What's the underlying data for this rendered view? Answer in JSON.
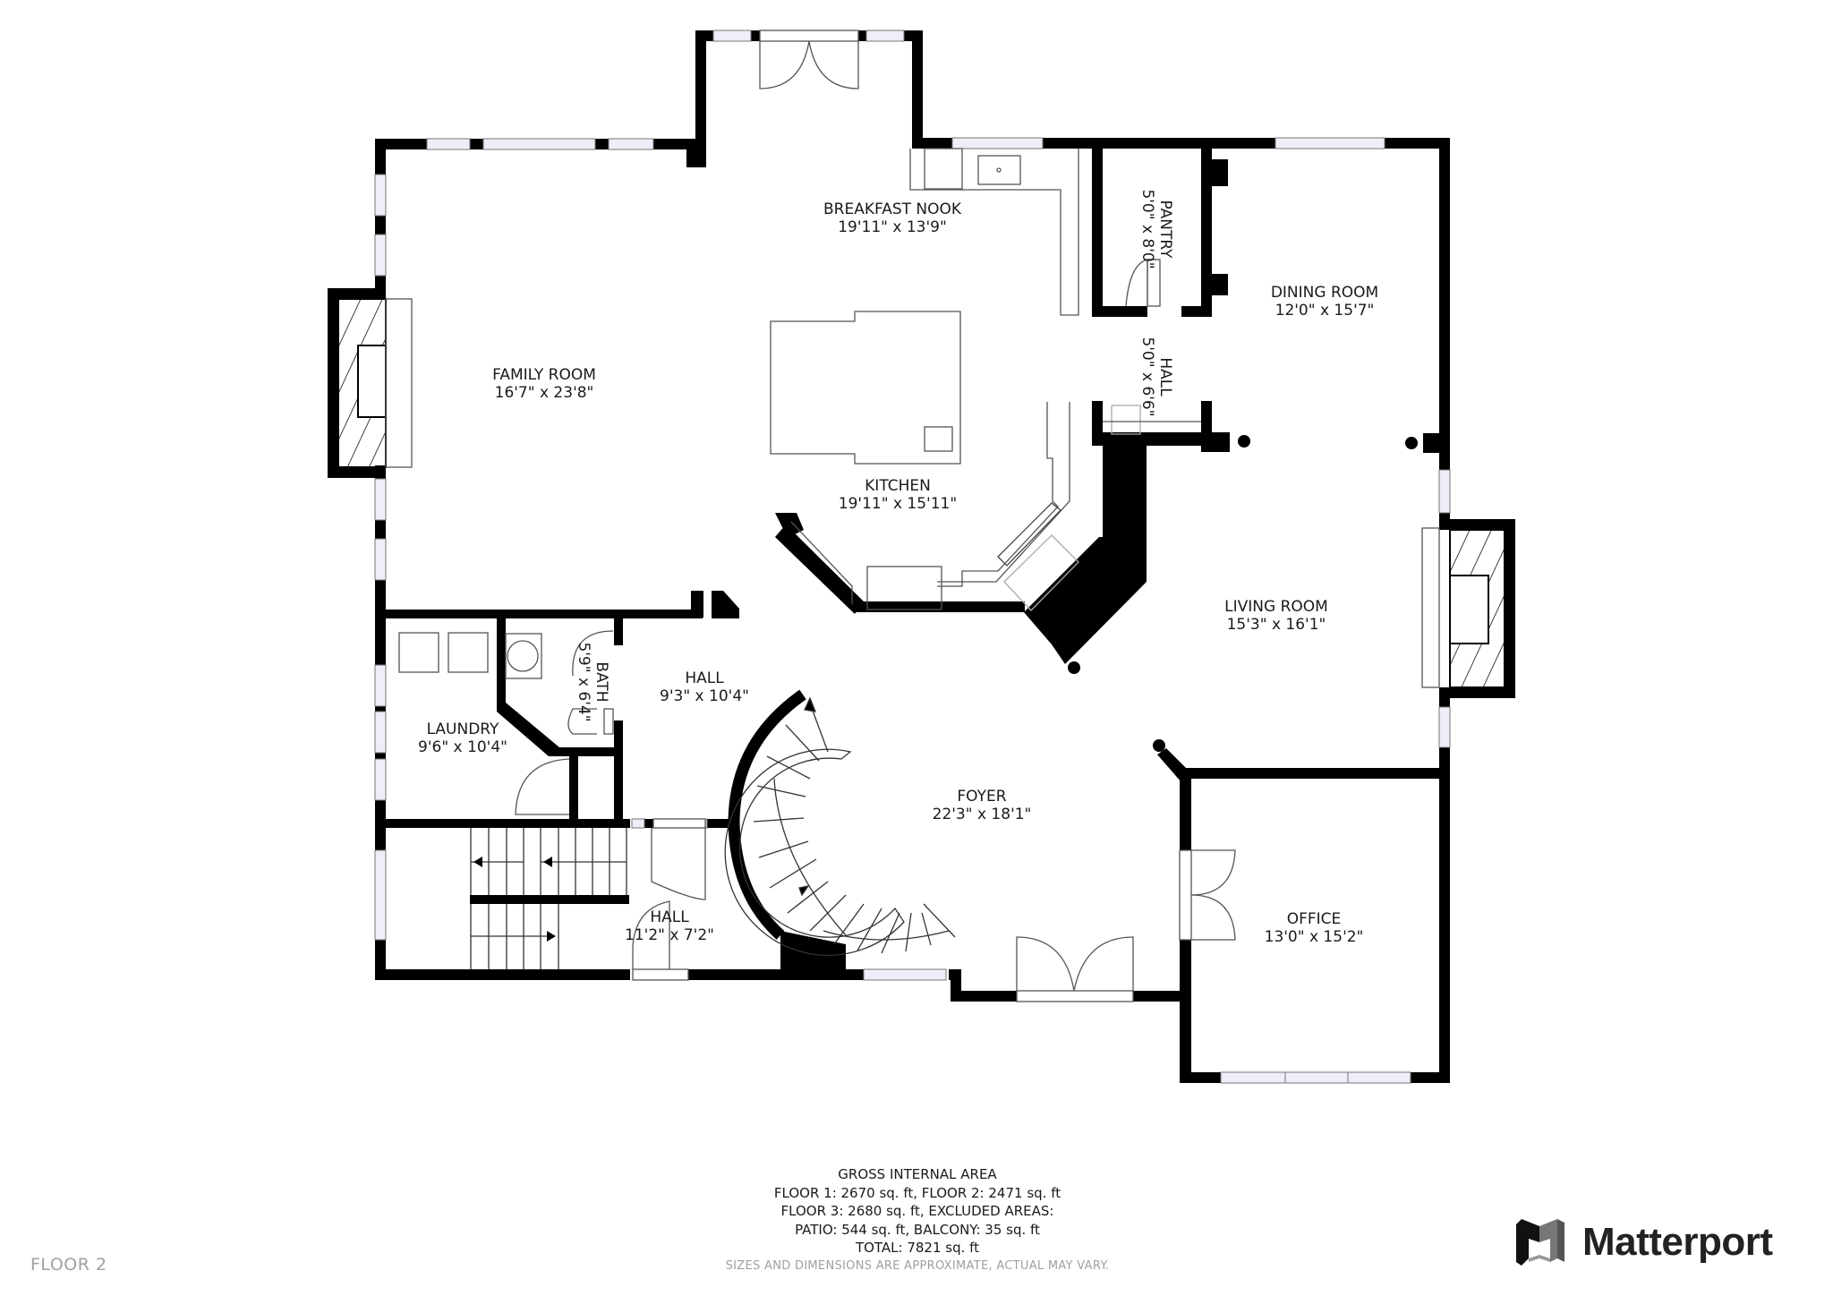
{
  "floor_label": "FLOOR 2",
  "rooms": {
    "family_room": {
      "name": "FAMILY ROOM",
      "dims": "16'7\" x 23'8\""
    },
    "breakfast_nook": {
      "name": "BREAKFAST NOOK",
      "dims": "19'11\" x 13'9\""
    },
    "kitchen": {
      "name": "KITCHEN",
      "dims": "19'11\" x 15'11\""
    },
    "pantry": {
      "name": "PANTRY",
      "dims": "5'0\" x 8'0\""
    },
    "hall_upper": {
      "name": "HALL",
      "dims": "5'0\" x 6'6\""
    },
    "dining_room": {
      "name": "DINING ROOM",
      "dims": "12'0\" x 15'7\""
    },
    "living_room": {
      "name": "LIVING ROOM",
      "dims": "15'3\" x 16'1\""
    },
    "laundry": {
      "name": "LAUNDRY",
      "dims": "9'6\" x 10'4\""
    },
    "bath": {
      "name": "BATH",
      "dims": "5'9\" x 6'4\""
    },
    "hall_center": {
      "name": "HALL",
      "dims": "9'3\" x 10'4\""
    },
    "foyer": {
      "name": "FOYER",
      "dims": "22'3\" x 18'1\""
    },
    "hall_lower": {
      "name": "HALL",
      "dims": "11'2\" x 7'2\""
    },
    "office": {
      "name": "OFFICE",
      "dims": "13'0\" x 15'2\""
    }
  },
  "gross_internal_area": {
    "title": "GROSS INTERNAL AREA",
    "line1": "FLOOR 1: 2670 sq. ft, FLOOR 2: 2471 sq. ft",
    "line2": "FLOOR 3: 2680 sq. ft, EXCLUDED AREAS:",
    "line3": "PATIO: 544 sq. ft, BALCONY: 35 sq. ft",
    "total": "TOTAL: 7821 sq. ft",
    "disclaimer": "SIZES AND DIMENSIONS ARE APPROXIMATE, ACTUAL MAY VARY."
  },
  "brand": {
    "name": "Matterport",
    "icon": "matterport-logo-icon"
  },
  "colors": {
    "wall": "#000000",
    "window": "#eeeef8",
    "text": "#1a1a1a",
    "muted": "#a0a0a0",
    "fixture": "#555555"
  }
}
